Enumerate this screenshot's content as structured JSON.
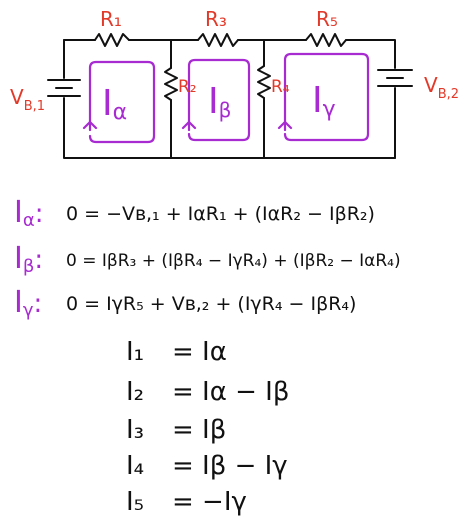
{
  "circuit": {
    "resistors": {
      "r1": "R₁",
      "r2": "R₂",
      "r3": "R₃",
      "r4": "R₄",
      "r5": "R₅"
    },
    "sources": {
      "vb1": "V",
      "vb1_sub": "B,1",
      "vb2": "V",
      "vb2_sub": "B,2"
    },
    "loops": {
      "alpha": "I",
      "alpha_sub": "α",
      "beta": "I",
      "beta_sub": "β",
      "gamma": "I",
      "gamma_sub": "γ"
    },
    "colors": {
      "wire": "#111111",
      "label_red": "#e23a2a",
      "loop_purple": "#a72bd1"
    }
  },
  "equations": {
    "loop": [
      {
        "label": "I",
        "sub": "α",
        "colon": ":",
        "body": "0 = −Vʙ,₁ + IαR₁ + (IαR₂ − IβR₂)"
      },
      {
        "label": "I",
        "sub": "β",
        "colon": ":",
        "body": "0 = IβR₃ + (IβR₄ − IγR₄) + (IβR₂ − IαR₄)"
      },
      {
        "label": "I",
        "sub": "γ",
        "colon": ":",
        "body": "0 = IγR₅ + Vʙ,₂ + (IγR₄ − IβR₄)"
      }
    ],
    "branch": [
      {
        "lhs": "I₁",
        "rhs": "= Iα"
      },
      {
        "lhs": "I₂",
        "rhs": "= Iα − Iβ"
      },
      {
        "lhs": "I₃",
        "rhs": "= Iβ"
      },
      {
        "lhs": "I₄",
        "rhs": "= Iβ − Iγ"
      },
      {
        "lhs": "I₅",
        "rhs": "= −Iγ"
      }
    ]
  }
}
